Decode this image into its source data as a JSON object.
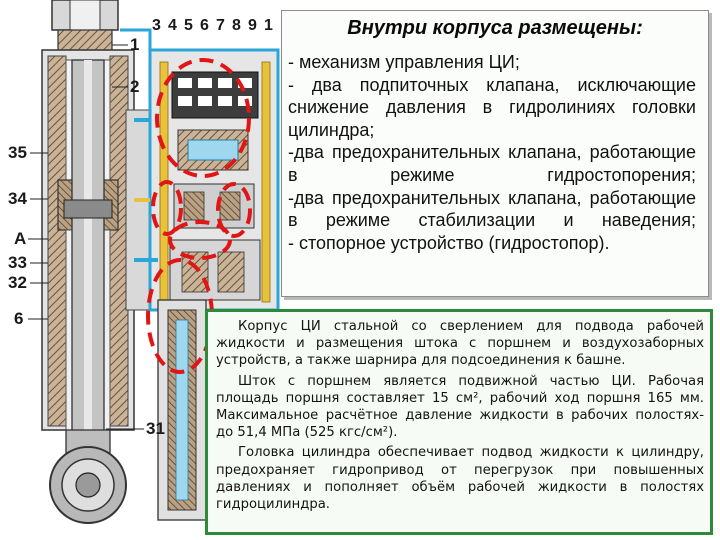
{
  "callouts": {
    "top": [
      "3",
      "4",
      "5",
      "6",
      "7",
      "8",
      "9",
      "1"
    ],
    "left": [
      "1",
      "2",
      "35",
      "34",
      "А",
      "33",
      "32",
      "6",
      "31"
    ]
  },
  "info_top": {
    "title": "Внутри корпуса размещены:",
    "items": [
      "- механизм управления ЦИ;",
      "- два подпиточных клапана, исключающие снижение давления в гидролиниях головки цилиндра;",
      "-два предохранительных клапана, работающие в режиме гидростопорения;",
      "-два предохранительных клапана, работающие в режиме стабилизации и наведения;",
      "- стопорное устройство (гидростопор)."
    ]
  },
  "info_bottom": {
    "paragraphs": [
      "Корпус ЦИ стальной со сверлением для подвода рабочей жидкости и размещения штока с поршнем и воздухозаборных устройств, а также шарнира для подсоединения к башне.",
      "Шток с поршнем является подвижной частью ЦИ. Рабочая площадь поршня составляет 15 см², рабочий ход поршня 165 мм. Максимальное расчётное давление жидкости в рабочих полостях- до 51,4 МПа (525 кгс/см²).",
      "Головка цилиндра обеспечивает подвод жидкости к цилиндру, предохраняет гидропривод от перегрузок при повышенных давлениях и пополняет объём рабочей жидкости в полостях гидроцилиндра."
    ]
  },
  "colors": {
    "housing": "#e2e2e2",
    "hatch": "#8c6a4f",
    "channel_blue": "#2aa6d8",
    "channel_yellow": "#e9c23a",
    "highlight_red": "#e01616",
    "frame_green": "#2d8a3a"
  }
}
